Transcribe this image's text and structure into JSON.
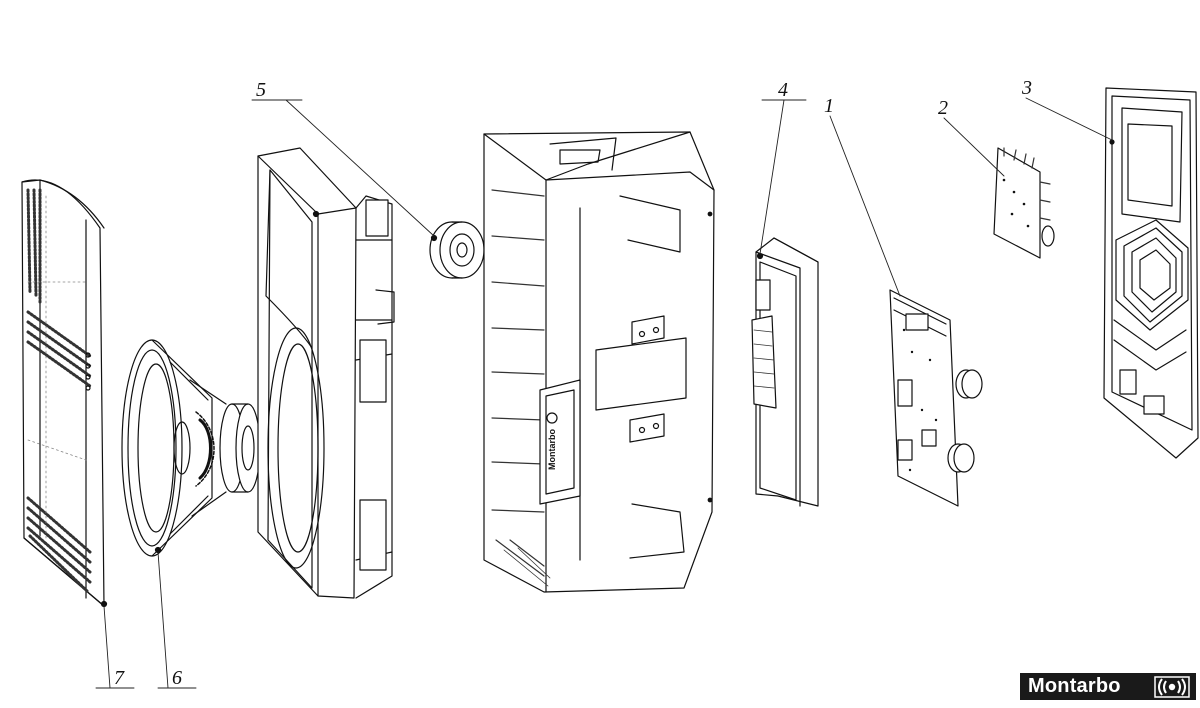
{
  "brand": {
    "name": "Montarbo",
    "logo_background": "#1a1a1a",
    "logo_text_color": "#ffffff",
    "logo_icon": "speaker-waves-icon"
  },
  "callouts": [
    {
      "id": "1",
      "part": "amplifier-board"
    },
    {
      "id": "2",
      "part": "control-board"
    },
    {
      "id": "3",
      "part": "rear-panel"
    },
    {
      "id": "4",
      "part": "amplifier-module"
    },
    {
      "id": "5",
      "part": "compression-driver"
    },
    {
      "id": "6",
      "part": "woofer"
    },
    {
      "id": "7",
      "part": "front-grille"
    }
  ],
  "enclosure_logo_text": "Montarbo",
  "line_color": "#111111"
}
